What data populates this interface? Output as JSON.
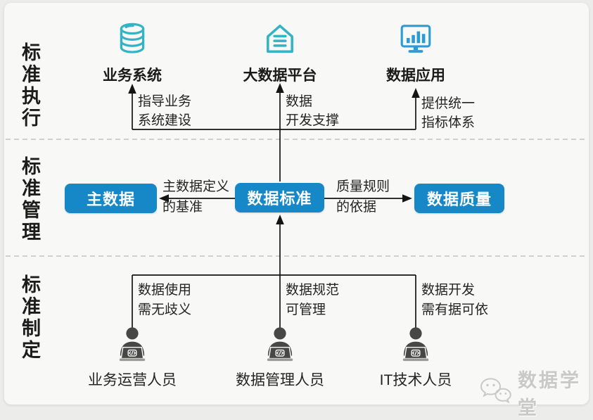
{
  "colors": {
    "background": "#f8f8f6",
    "box_blue": "#1688c7",
    "icon_teal": "#33b3c6",
    "icon_blue": "#2d9ad3",
    "line_black": "#141414",
    "separator_gray": "#b8b8b5",
    "watermark_gray": "#c9c9c6",
    "person_gray": "#474745"
  },
  "rows": [
    {
      "label": "标准执行"
    },
    {
      "label": "标准管理"
    },
    {
      "label": "标准制定"
    }
  ],
  "top_nodes": [
    {
      "icon": "database-icon",
      "label": "业务系统"
    },
    {
      "icon": "platform-house-icon",
      "label": "大数据平台"
    },
    {
      "icon": "monitor-chart-icon",
      "label": "数据应用"
    }
  ],
  "top_edges": [
    {
      "label": "指导业务\n系统建设"
    },
    {
      "label": "数据\n开发支撑"
    },
    {
      "label": "提供统一\n指标体系"
    }
  ],
  "boxes": [
    {
      "label": "主数据"
    },
    {
      "label": "数据标准"
    },
    {
      "label": "数据质量"
    }
  ],
  "mid_edges": [
    {
      "label": "主数据定义\n的基准"
    },
    {
      "label": "质量规则\n的依据"
    }
  ],
  "bottom_edges": [
    {
      "label": "数据使用\n需无歧义"
    },
    {
      "label": "数据规范\n可管理"
    },
    {
      "label": "数据开发\n需有据可依"
    }
  ],
  "people": [
    {
      "icon": "person-laptop-icon",
      "label": "业务运营人员"
    },
    {
      "icon": "person-laptop-icon",
      "label": "数据管理人员"
    },
    {
      "icon": "person-laptop-icon",
      "label": "IT技术人员"
    }
  ],
  "watermark": {
    "icon": "wechat-icon",
    "text": "数据学堂"
  }
}
